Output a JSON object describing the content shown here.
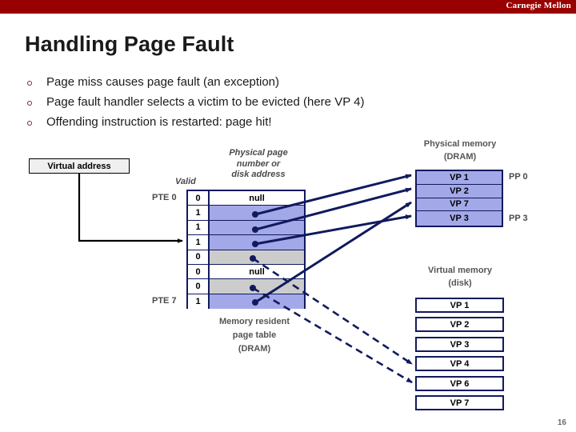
{
  "banner": {
    "brand": "Carnegie Mellon",
    "color": "#990000"
  },
  "title": "Handling Page Fault",
  "bullets": [
    "Page miss causes page fault (an exception)",
    "Page fault handler selects a victim to be evicted (here VP 4)",
    "Offending instruction is restarted: page hit!"
  ],
  "diagram": {
    "virtual_address_label": "Virtual address",
    "valid_header": "Valid",
    "ppn_header": "Physical page number or disk address",
    "ppn_header_lines": [
      "Physical page",
      "number or",
      "disk address"
    ],
    "pte_first_label": "PTE 0",
    "pte_last_label": "PTE 7",
    "page_table_caption_lines": [
      "Memory resident",
      "page table",
      "(DRAM)"
    ],
    "page_table_rows": [
      {
        "valid": "0",
        "data": "null",
        "fill": "white",
        "target": "none"
      },
      {
        "valid": "1",
        "data": "",
        "fill": "blue",
        "target": "PP0"
      },
      {
        "valid": "1",
        "data": "",
        "fill": "blue",
        "target": "PP1"
      },
      {
        "valid": "1",
        "data": "",
        "fill": "blue",
        "target": "PP3"
      },
      {
        "valid": "0",
        "data": "",
        "fill": "grey",
        "target": "VP4"
      },
      {
        "valid": "0",
        "data": "null",
        "fill": "white",
        "target": "none"
      },
      {
        "valid": "0",
        "data": "",
        "fill": "grey",
        "target": "VP6"
      },
      {
        "valid": "1",
        "data": "",
        "fill": "blue",
        "target": "PP2"
      }
    ],
    "physical_memory_caption_lines": [
      "Physical memory",
      "(DRAM)"
    ],
    "physical_memory_rows": [
      "VP 1",
      "VP 2",
      "VP 7",
      "VP 3"
    ],
    "pp_first_label": "PP 0",
    "pp_last_label": "PP 3",
    "virtual_memory_caption_lines": [
      "Virtual memory",
      "(disk)"
    ],
    "virtual_memory_rows": [
      "VP 1",
      "VP 2",
      "VP 3",
      "VP 4",
      "VP 6",
      "VP 7"
    ],
    "colors": {
      "frame": "#111a5e",
      "resident_fill": "#a3a9e8",
      "nonresident_fill": "#cccccc",
      "null_fill": "#ffffff"
    }
  },
  "page_number": "16"
}
